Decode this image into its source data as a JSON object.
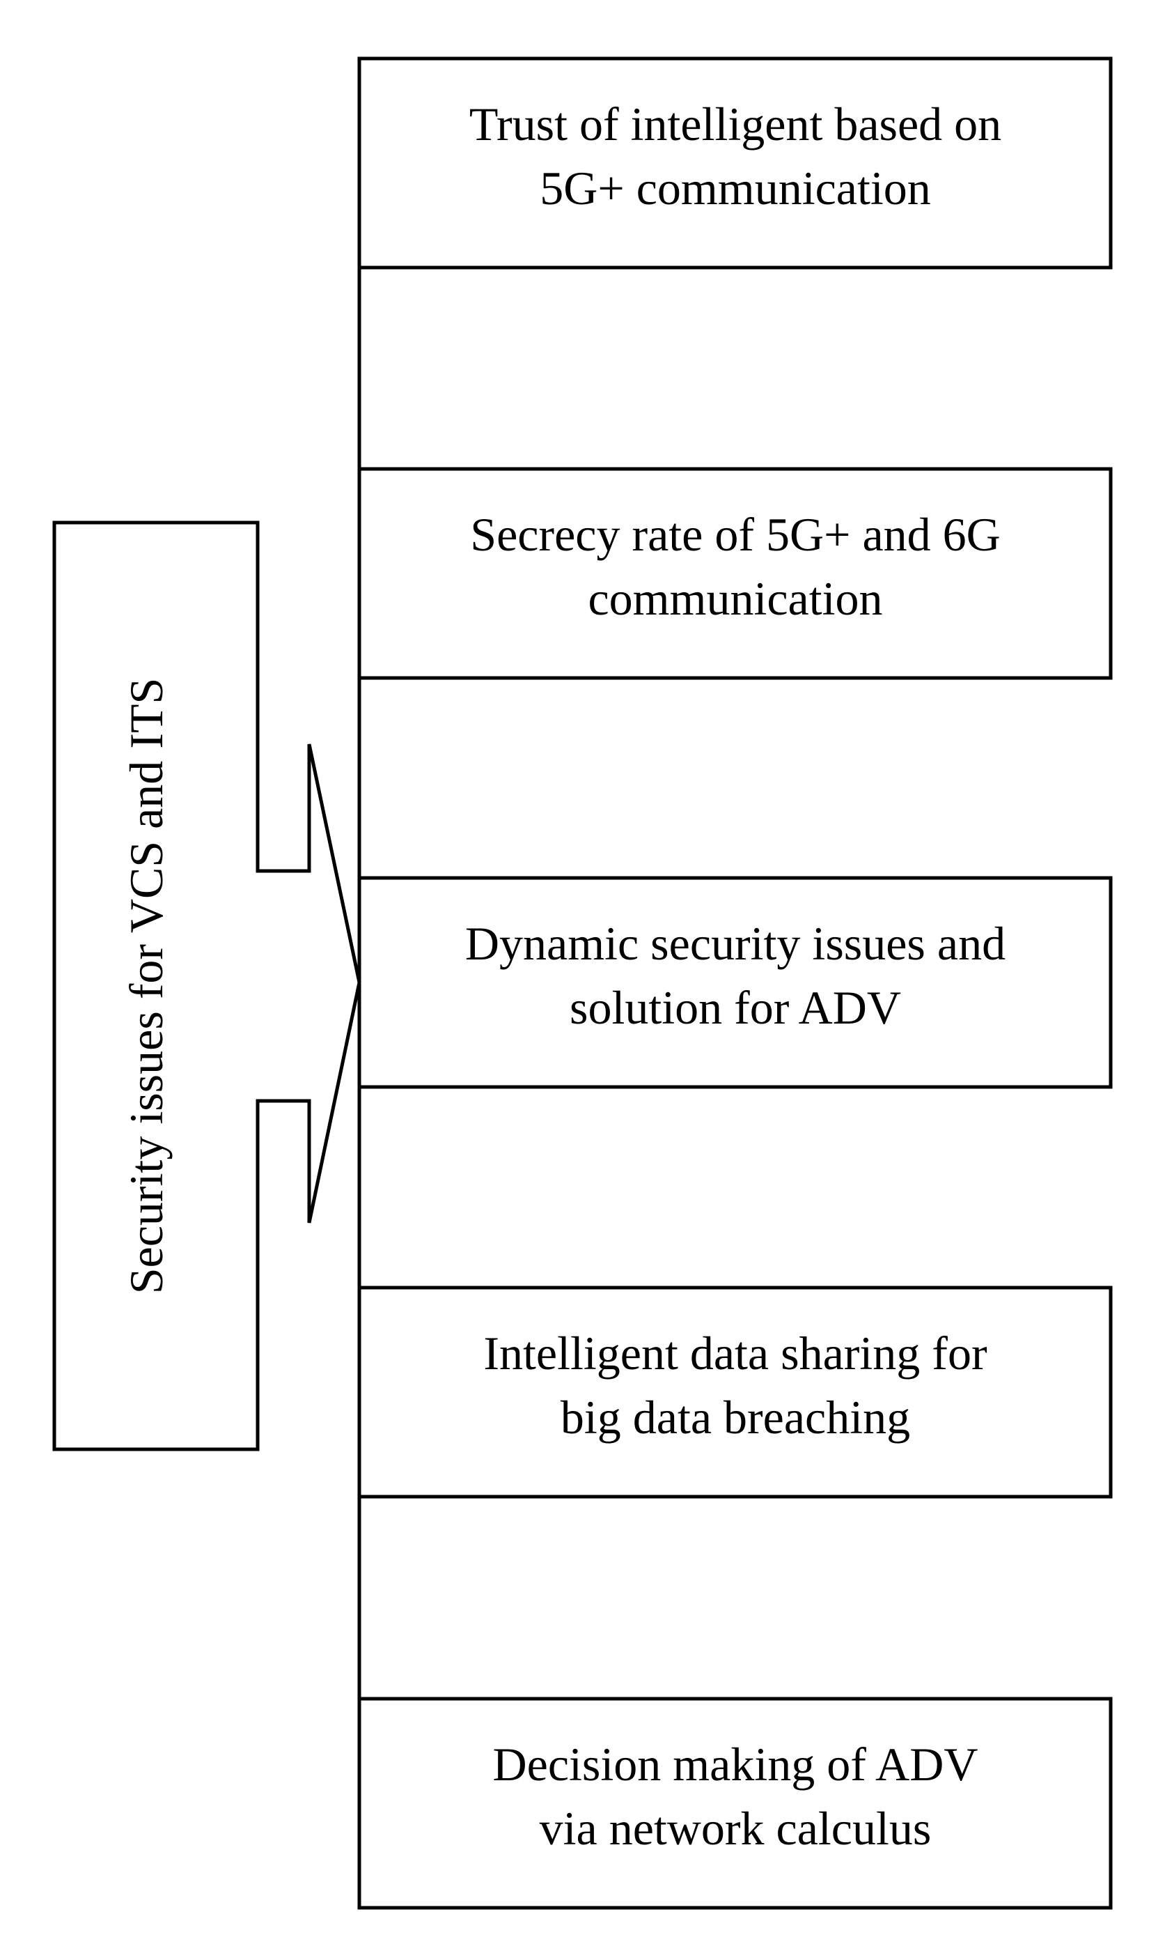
{
  "source_label": "Security issues for VCS and ITS",
  "issues": [
    {
      "lines": [
        "Trust of intelligent based on",
        "5G+ communication"
      ]
    },
    {
      "lines": [
        "Secrecy rate of 5G+ and 6G",
        "communication"
      ]
    },
    {
      "lines": [
        "Dynamic security issues and",
        "solution for ADV"
      ]
    },
    {
      "lines": [
        "Intelligent data sharing for",
        "big data breaching"
      ]
    },
    {
      "lines": [
        "Decision making of ADV",
        "via network calculus"
      ]
    }
  ],
  "colors": {
    "stroke": "#000000",
    "fill": "#ffffff",
    "text": "#000000"
  }
}
